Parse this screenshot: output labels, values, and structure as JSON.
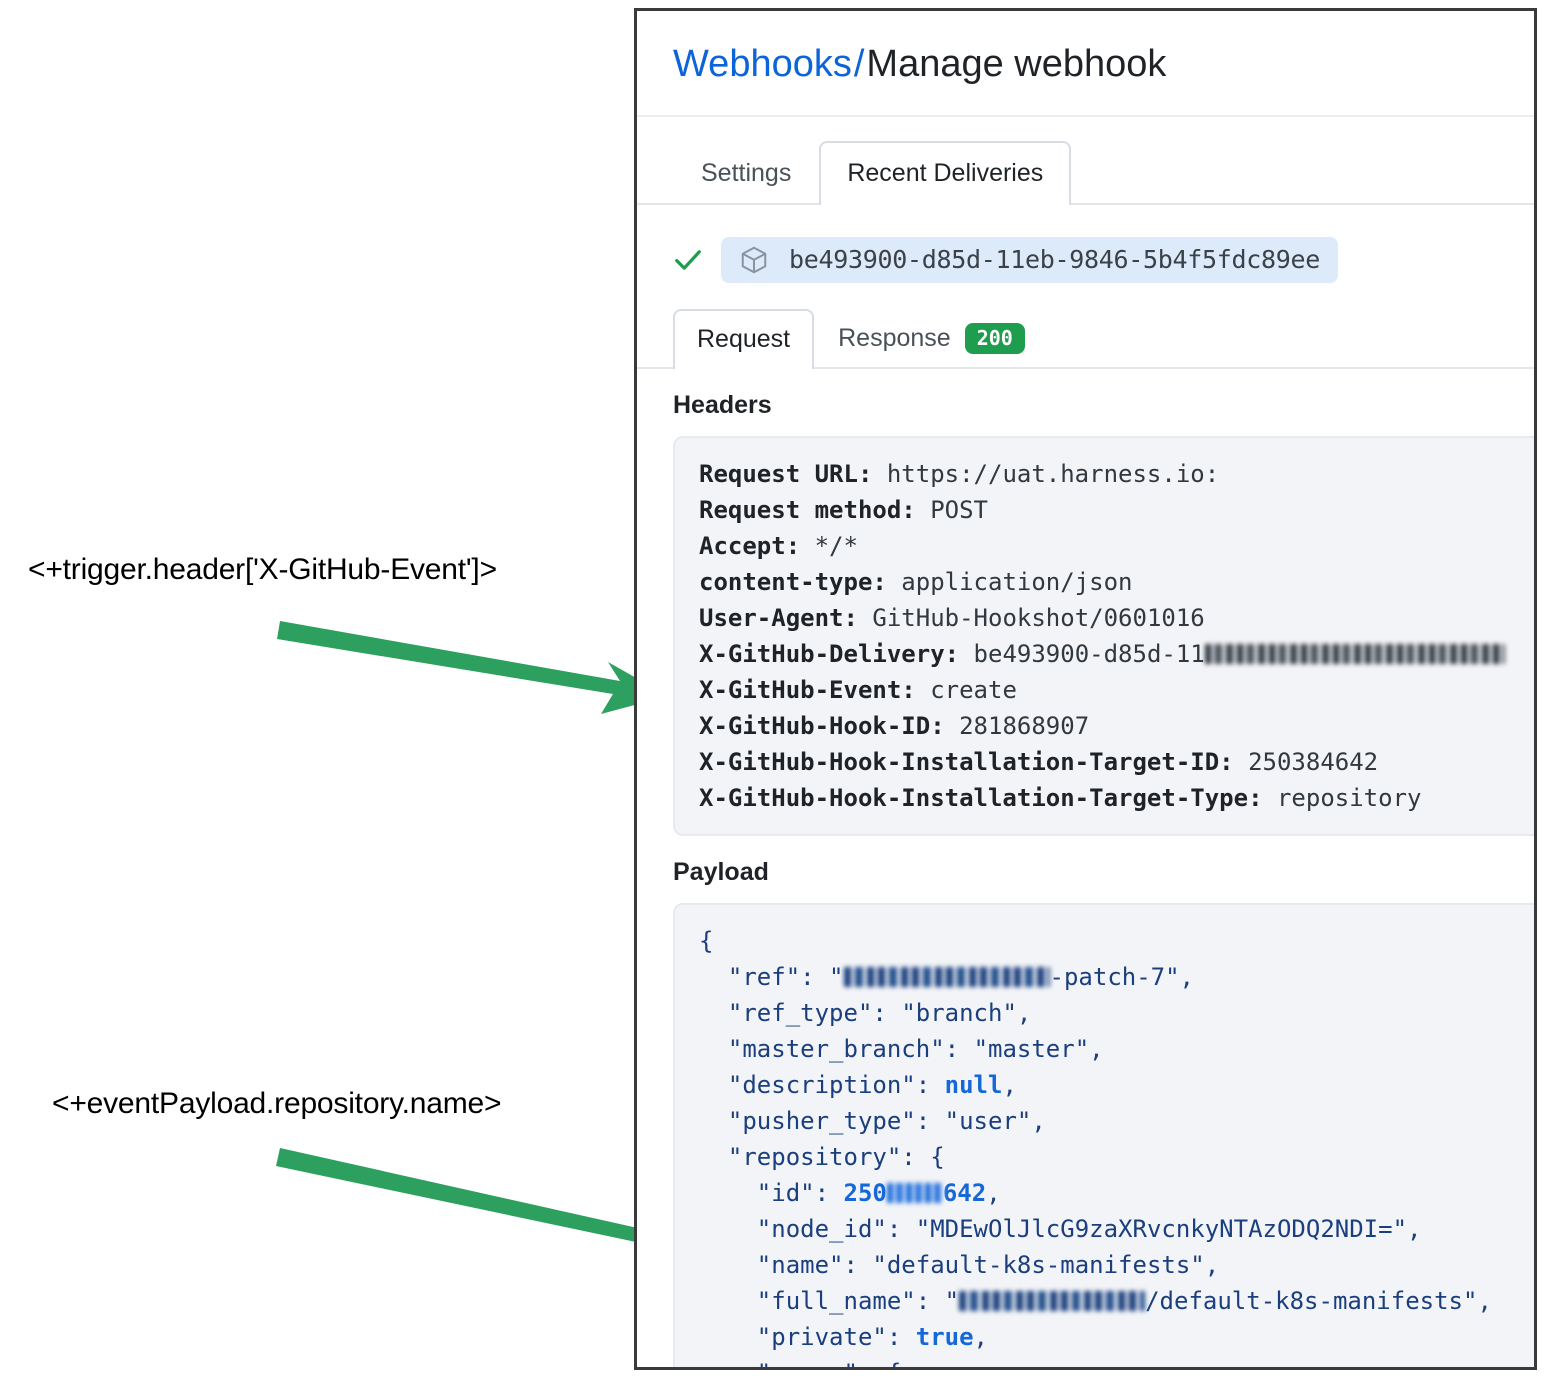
{
  "annotations": [
    {
      "name": "trigger-header-expression",
      "text": "<+trigger.header['X-GitHub-Event']>"
    },
    {
      "name": "event-payload-expression",
      "text": "<+eventPayload.repository.name>"
    }
  ],
  "colors": {
    "arrow_green": "#2da05f",
    "link_blue": "#0b64d8",
    "status_green": "#1f9d4e",
    "chip_blue_bg": "#ddeaf9",
    "codebox_bg": "#f2f4f7",
    "panel_border": "#3a3a3a",
    "json_navy": "#1b3f7e",
    "json_literal_blue": "#1668d8"
  },
  "panel": {
    "breadcrumb": {
      "root": "Webhooks",
      "separator": "/",
      "current": "Manage webhook"
    },
    "tabs": [
      {
        "label": "Settings",
        "active": false
      },
      {
        "label": "Recent Deliveries",
        "active": true
      }
    ],
    "delivery": {
      "status_icon": "check-icon",
      "package_icon": "package-icon",
      "guid": "be493900-d85d-11eb-9846-5b4f5fdc89ee"
    },
    "subtabs": [
      {
        "label": "Request",
        "active": true,
        "badge": null
      },
      {
        "label": "Response",
        "active": false,
        "badge": "200"
      }
    ],
    "headers_section": {
      "label": "Headers",
      "lines": [
        {
          "key": "Request URL:",
          "value": "https://uat.harness.io:",
          "redacted": false
        },
        {
          "key": "Request method:",
          "value": "POST",
          "redacted": false
        },
        {
          "key": "Accept:",
          "value": "*/*",
          "redacted": false
        },
        {
          "key": "content-type:",
          "value": "application/json",
          "redacted": false
        },
        {
          "key": "User-Agent:",
          "value": "GitHub-Hookshot/0601016",
          "redacted": false
        },
        {
          "key": "X-GitHub-Delivery:",
          "value": "be493900-d85d-11",
          "redacted": true
        },
        {
          "key": "X-GitHub-Event:",
          "value": "create",
          "redacted": false
        },
        {
          "key": "X-GitHub-Hook-ID:",
          "value": "281868907",
          "redacted": false
        },
        {
          "key": "X-GitHub-Hook-Installation-Target-ID:",
          "value": "250384642",
          "redacted": false
        },
        {
          "key": "X-GitHub-Hook-Installation-Target-Type:",
          "value": "repository",
          "redacted": false
        }
      ]
    },
    "payload_section": {
      "label": "Payload",
      "lines": [
        {
          "indent": 0,
          "text": "{"
        },
        {
          "indent": 1,
          "key": "\"ref\"",
          "value": "\"█████-patch-7\",",
          "redacted_prefix": true
        },
        {
          "indent": 1,
          "key": "\"ref_type\"",
          "value": "\"branch\","
        },
        {
          "indent": 1,
          "key": "\"master_branch\"",
          "value": "\"master\","
        },
        {
          "indent": 1,
          "key": "\"description\"",
          "value": "null,"
        },
        {
          "indent": 1,
          "key": "\"pusher_type\"",
          "value": "\"user\","
        },
        {
          "indent": 1,
          "key": "\"repository\"",
          "value": "{"
        },
        {
          "indent": 2,
          "key": "\"id\"",
          "value": "250███642,"
        },
        {
          "indent": 2,
          "key": "\"node_id\"",
          "value": "\"MDEwOlJlcG9zaXRvcnkyNTAzODQ2NDI=\","
        },
        {
          "indent": 2,
          "key": "\"name\"",
          "value": "\"default-k8s-manifests\","
        },
        {
          "indent": 2,
          "key": "\"full_name\"",
          "value": "\"█████/default-k8s-manifests\","
        },
        {
          "indent": 2,
          "key": "\"private\"",
          "value": "true,"
        },
        {
          "indent": 2,
          "key": "\"owner\"",
          "value": "{"
        }
      ]
    }
  }
}
